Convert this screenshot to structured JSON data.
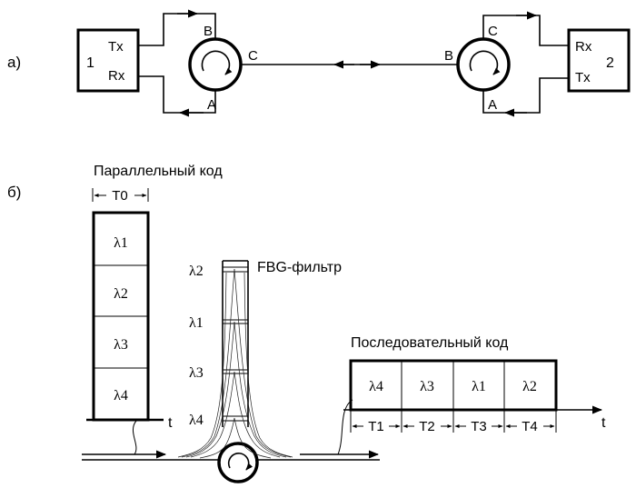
{
  "part_a": {
    "label": "а)",
    "device1": {
      "number": "1",
      "tx": "Tx",
      "rx": "Rx"
    },
    "device2": {
      "number": "2",
      "tx": "Tx",
      "rx": "Rx"
    },
    "circ1_ports": {
      "a": "A",
      "b": "B",
      "c": "C"
    },
    "circ2_ports": {
      "a": "A",
      "b": "B",
      "c": "C"
    }
  },
  "part_b": {
    "label": "б)",
    "parallel_title": "Параллельный код",
    "t0": "T0",
    "parallel_cells": [
      "λ1",
      "λ2",
      "λ3",
      "λ4"
    ],
    "t_axis_left": "t",
    "fbg_label": "FBG-фильтр",
    "fbg_lambdas": [
      "λ2",
      "λ1",
      "λ3",
      "λ4"
    ],
    "serial_title": "Последовательный код",
    "serial_cells": [
      "λ4",
      "λ3",
      "λ1",
      "λ2"
    ],
    "t_axis_right": "t",
    "periods": [
      "T1",
      "T2",
      "T3",
      "T4"
    ]
  }
}
